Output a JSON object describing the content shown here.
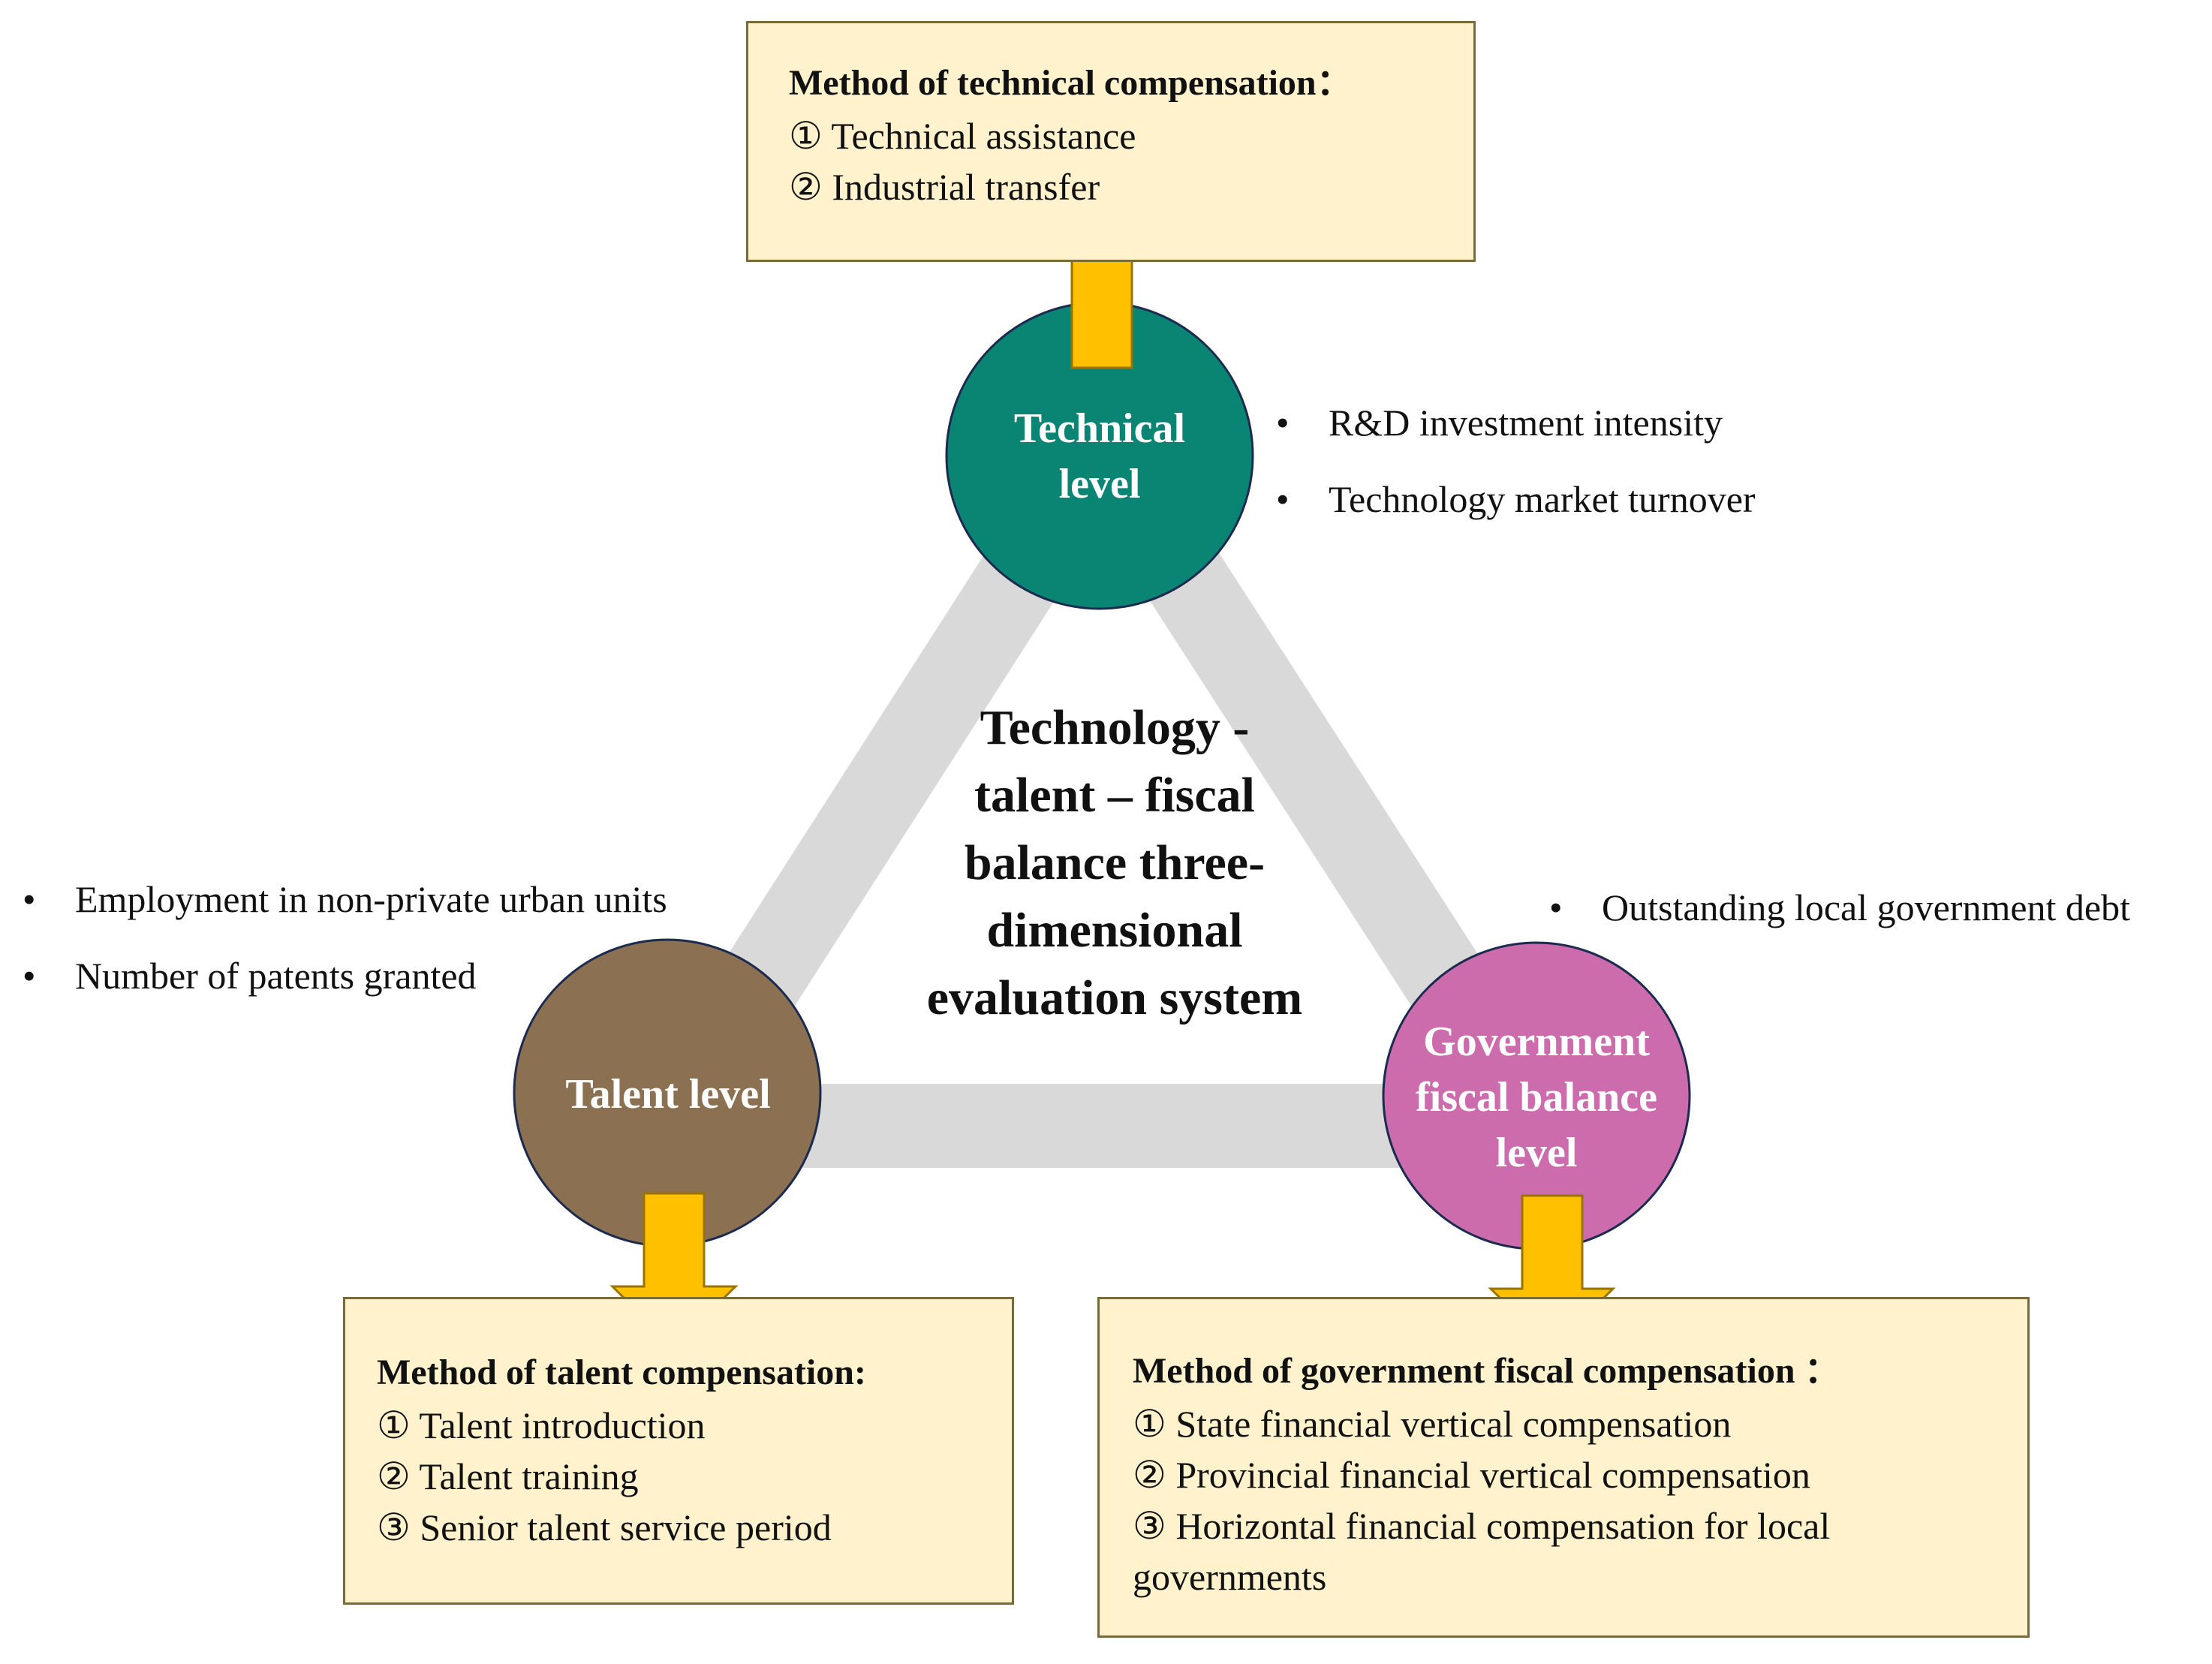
{
  "center": {
    "lines": [
      "Technology -",
      "talent – fiscal",
      "balance three-",
      "dimensional",
      "evaluation system"
    ]
  },
  "nodes": {
    "technical": {
      "lines": [
        "Technical",
        "level"
      ],
      "color": "#0a8473"
    },
    "talent": {
      "label": "Talent level",
      "color": "#8b7152"
    },
    "government": {
      "lines": [
        "Government",
        "fiscal balance",
        "level"
      ],
      "color": "#cc6cad"
    }
  },
  "indicators": {
    "technical": [
      "R&D investment intensity",
      "Technology market turnover"
    ],
    "talent": [
      "Employment in non-private urban units",
      "Number of patents granted"
    ],
    "government": [
      "Outstanding local government debt"
    ],
    "bullet": "•"
  },
  "boxes": {
    "technical": {
      "heading": "Method of technical compensation：",
      "items": [
        "① Technical assistance",
        "②  Industrial transfer"
      ]
    },
    "talent": {
      "heading": "Method of talent compensation:",
      "items": [
        "① Talent introduction",
        "② Talent training",
        "③ Senior talent service period"
      ]
    },
    "government": {
      "heading": "Method of government fiscal compensation ：",
      "items": [
        "① State financial vertical compensation",
        "② Provincial financial vertical compensation",
        "③ Horizontal financial compensation for local",
        "governments"
      ]
    }
  },
  "colors": {
    "triangle": "#d9d9d9",
    "arrow_fill": "#ffc000",
    "arrow_stroke": "#9a7400",
    "box_fill": "#fff2cc"
  }
}
